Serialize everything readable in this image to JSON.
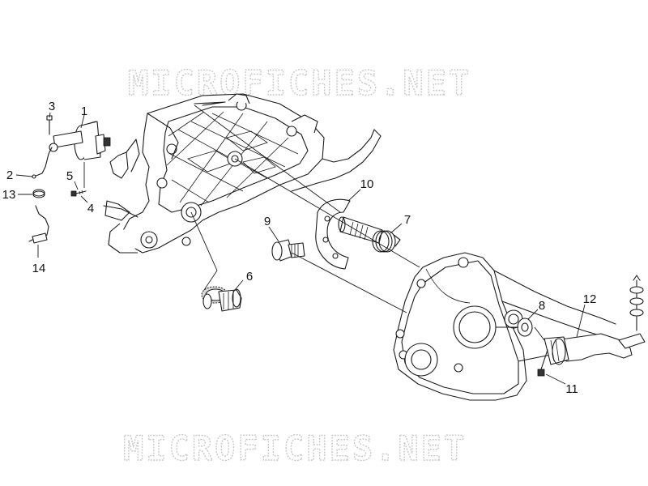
{
  "watermark": {
    "top": "MICROFICHES.NET",
    "bottom": "MICROFICHES.NET"
  },
  "part_labels": [
    "1",
    "2",
    "3",
    "4",
    "5",
    "6",
    "7",
    "8",
    "9",
    "10",
    "11",
    "12",
    "13",
    "14"
  ]
}
